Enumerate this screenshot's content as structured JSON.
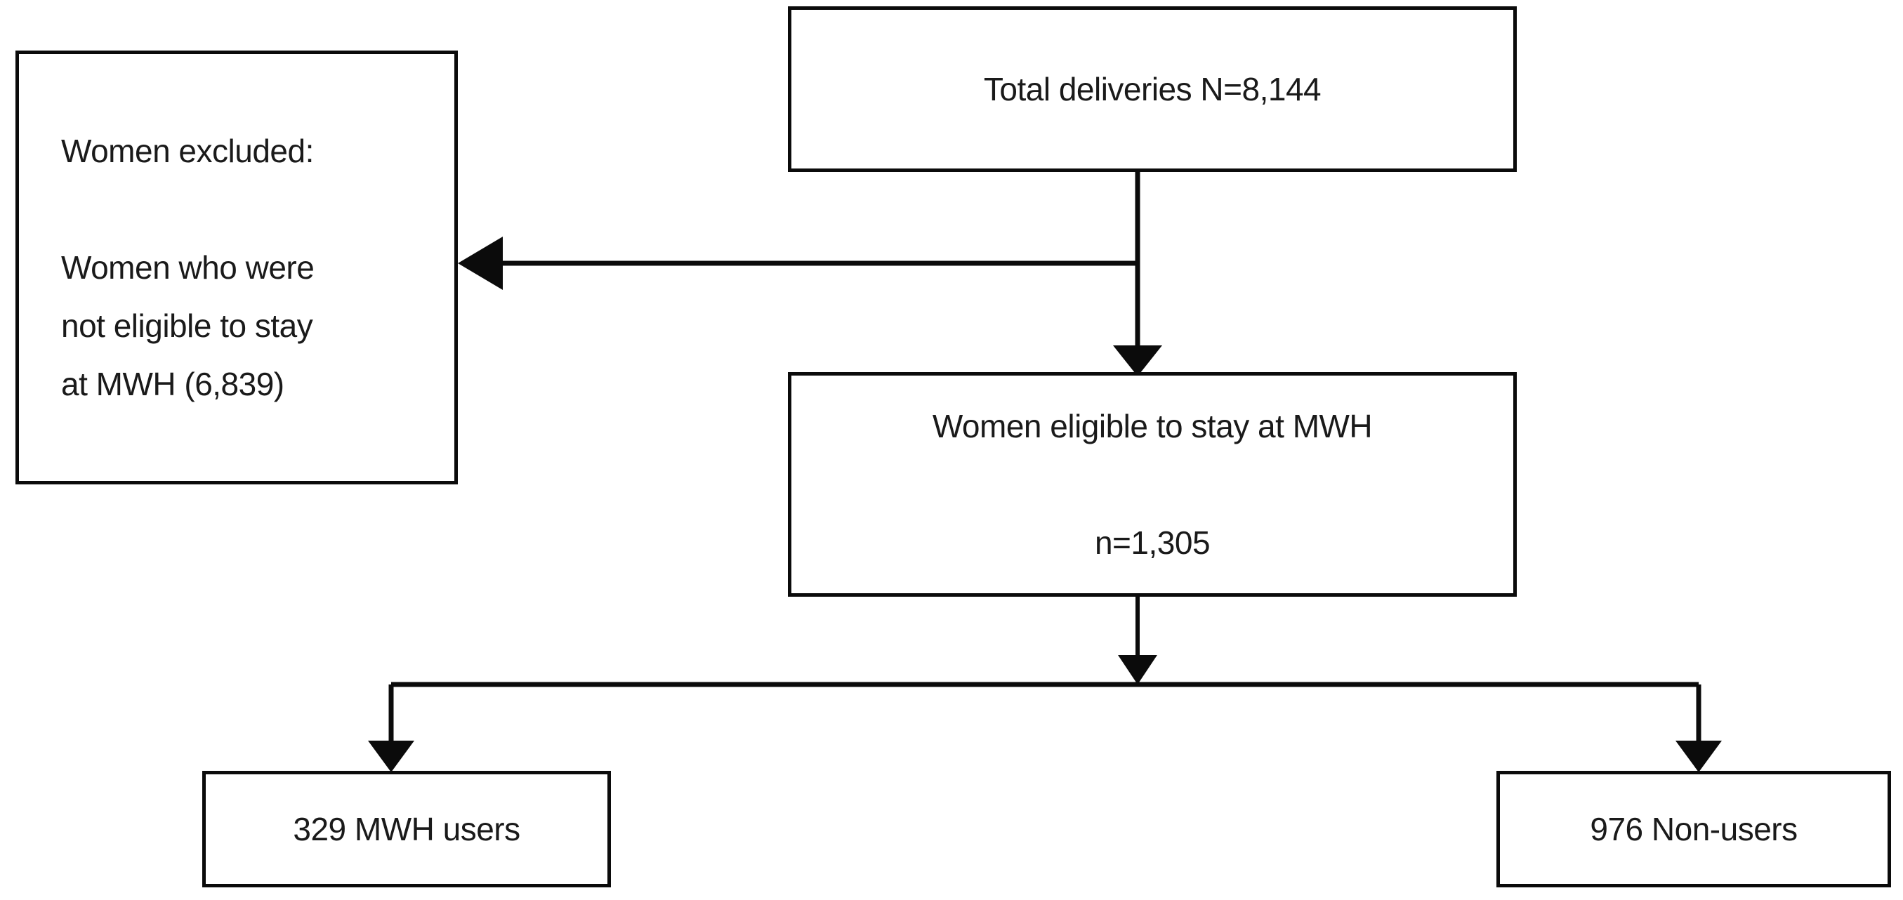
{
  "diagram": {
    "type": "flowchart",
    "title": "Study participant flow diagram",
    "colors": {
      "box_border": "#0b0b0b",
      "box_fill": "#ffffff",
      "text": "#1a1a1a",
      "connector": "#0b0b0b",
      "background": "#ffffff"
    },
    "nodes": [
      {
        "id": "total-deliveries",
        "name": "total-deliveries-box",
        "lines": [
          "Total deliveries N=8,144"
        ],
        "align": "center",
        "count_label": "N=8,144",
        "count_value": 8144
      },
      {
        "id": "women-excluded",
        "name": "women-excluded-box",
        "lines": [
          "Women excluded:",
          "",
          "Women who were",
          "not eligible to stay",
          "at MWH (6,839)"
        ],
        "align": "left",
        "count_label": "(6,839)",
        "count_value": 6839
      },
      {
        "id": "women-eligible",
        "name": "women-eligible-box",
        "lines": [
          "Women eligible to stay at MWH",
          "",
          "n=1,305"
        ],
        "align": "center",
        "count_label": "n=1,305",
        "count_value": 1305
      },
      {
        "id": "mwh-users",
        "name": "mwh-users-box",
        "lines": [
          "329 MWH users"
        ],
        "align": "center",
        "count_label": "329",
        "count_value": 329
      },
      {
        "id": "non-users",
        "name": "non-users-box",
        "lines": [
          "976 Non-users"
        ],
        "align": "center",
        "count_label": "976",
        "count_value": 976
      }
    ],
    "edges": [
      {
        "id": "edge-total-to-excluded",
        "from": "total-deliveries",
        "to": "women-excluded",
        "arrow": "left"
      },
      {
        "id": "edge-total-to-eligible",
        "from": "total-deliveries",
        "to": "women-eligible",
        "arrow": "down"
      },
      {
        "id": "edge-eligible-to-users",
        "from": "women-eligible",
        "to": "mwh-users",
        "arrow": "down"
      },
      {
        "id": "edge-eligible-to-nonusers",
        "from": "women-eligible",
        "to": "non-users",
        "arrow": "down"
      }
    ]
  },
  "text": {
    "total_deliveries_line1": "Total deliveries N=8,144",
    "women_excluded_line1": "Women excluded:",
    "women_excluded_line2": "Women who were",
    "women_excluded_line3": "not eligible to stay",
    "women_excluded_line4": "at MWH (6,839)",
    "women_eligible_line1": "Women eligible to stay at MWH",
    "women_eligible_line2": "n=1,305",
    "mwh_users_line1": "329 MWH users",
    "non_users_line1": "976 Non-users"
  }
}
